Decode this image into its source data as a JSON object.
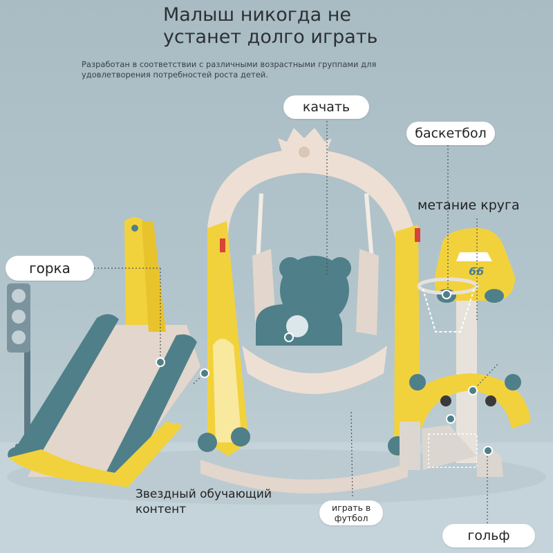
{
  "headline": {
    "line1": "Малыш никогда не",
    "line2": "устанет долго играть"
  },
  "subtitle": {
    "line1": "Разработан в соответствии с различными возрастными группами для",
    "line2": "удовлетворения потребностей роста детей."
  },
  "labels": {
    "swing": "качать",
    "basketball": "баскетбол",
    "ring_toss": "метание круга",
    "slide": "горка",
    "star_content_line1": "Звездный обучающий",
    "star_content_line2": "контент",
    "football_line1": "играть в",
    "football_line2": "футбол",
    "golf": "гольф"
  },
  "product_decals": {
    "car_number": "66"
  },
  "colors": {
    "background": "#b3c5cc",
    "yellow": "#f2d23c",
    "teal": "#4f7f89",
    "beige": "#eedfd4",
    "cream": "#f3ece4"
  }
}
